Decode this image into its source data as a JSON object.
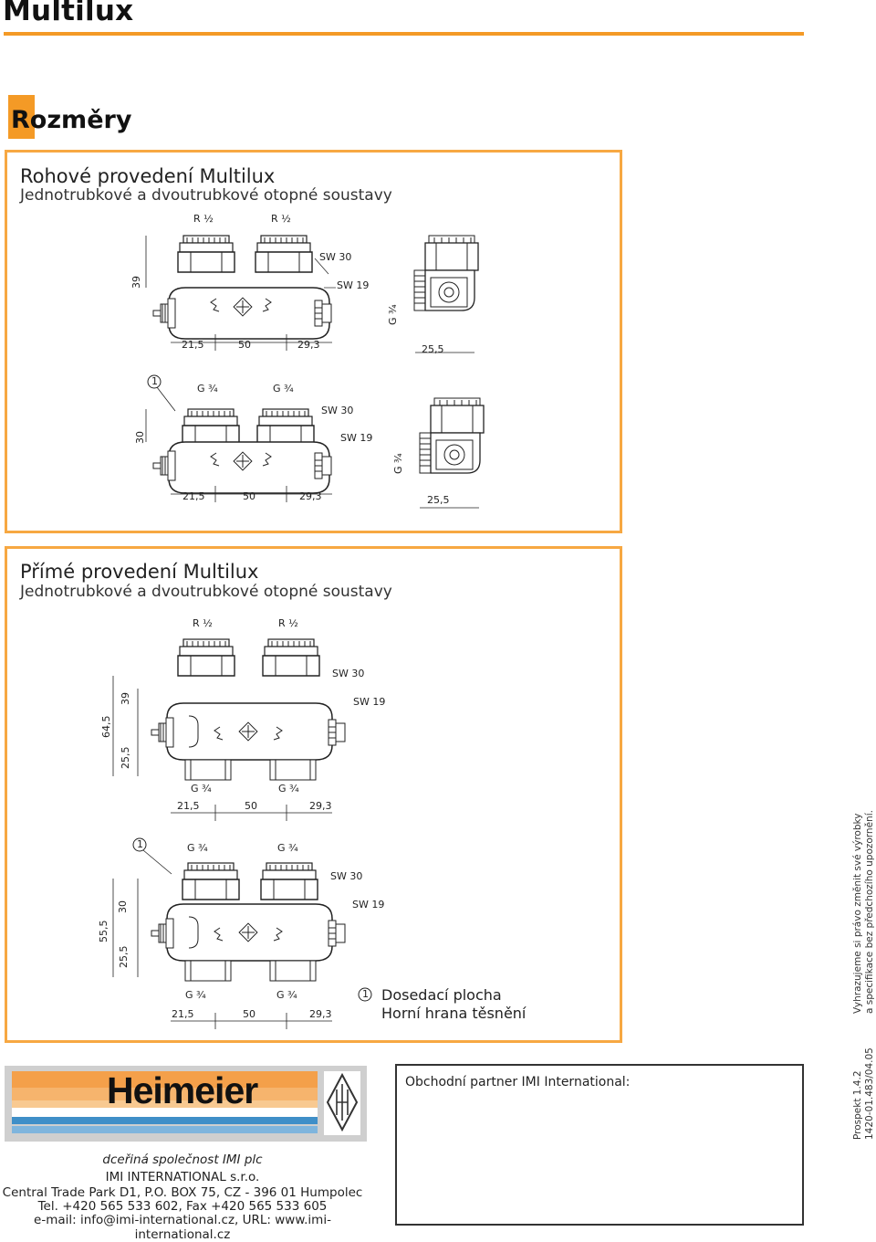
{
  "header": {
    "title": "Multilux"
  },
  "section": {
    "title": "Rozměry"
  },
  "panel_corner": {
    "title": "Rohové provedení Multilux",
    "subtitle": "Jednotrubkové a dvoutrubkové otopné soustavy",
    "d1": {
      "thread_left": "R ½",
      "thread_right": "R ½",
      "sw30": "SW 30",
      "sw19": "SW 19",
      "height": "39",
      "side_thread": "G ¾",
      "dim_a": "21,5",
      "dim_b": "50",
      "dim_c": "29,3",
      "dim_d": "25,5"
    },
    "d2": {
      "marker": "1",
      "thread_left": "G ¾",
      "thread_right": "G ¾",
      "sw30": "SW 30",
      "sw19": "SW 19",
      "height": "30",
      "side_thread": "G ¾",
      "dim_a": "21,5",
      "dim_b": "50",
      "dim_c": "29,3",
      "dim_d": "25,5"
    }
  },
  "panel_straight": {
    "title": "Přímé provedení Multilux",
    "subtitle": "Jednotrubkové a dvoutrubkové otopné soustavy",
    "d3": {
      "thread_left": "R ½",
      "thread_right": "R ½",
      "sw30": "SW 30",
      "sw19": "SW 19",
      "height_outer": "64,5",
      "height_top": "39",
      "height_bottom": "25,5",
      "bottom_left": "G ¾",
      "bottom_right": "G ¾",
      "dim_a": "21,5",
      "dim_b": "50",
      "dim_c": "29,3"
    },
    "d4": {
      "marker": "1",
      "thread_left": "G ¾",
      "thread_right": "G ¾",
      "sw30": "SW 30",
      "sw19": "SW 19",
      "height_outer": "55,5",
      "height_top": "30",
      "height_bottom": "25,5",
      "bottom_left": "G ¾",
      "bottom_right": "G ¾",
      "dim_a": "21,5",
      "dim_b": "50",
      "dim_c": "29,3"
    },
    "legend": {
      "marker": "1",
      "line1": "Dosedací plocha",
      "line2": "Horní hrana těsnění"
    }
  },
  "side_note": {
    "line1": "Vyhrazujeme si právo změnit své výrobky",
    "line2": "a specifikace bez předchozího upozornění.",
    "prospekt": "Prospekt 1.4.2",
    "code": "1420-01.483/04.05"
  },
  "footer": {
    "brand": "Heimeier",
    "tagline": "dceřiná společnost IMI plc",
    "company": "IMI INTERNATIONAL s.r.o.",
    "address": "Central Trade Park D1, P.O. BOX 75, CZ - 396 01 Humpolec",
    "phone": "Tel. +420 565 533 602, Fax +420 565 533 605",
    "contact": "e-mail: info@imi-international.cz, URL: www.imi-international.cz",
    "partner_label": "Obchodní partner IMI International:"
  },
  "colors": {
    "accent": "#f49a26",
    "panel_border": "#f7a842",
    "logo_orange": "#f4a04a",
    "logo_blue": "#3f8fc8"
  }
}
